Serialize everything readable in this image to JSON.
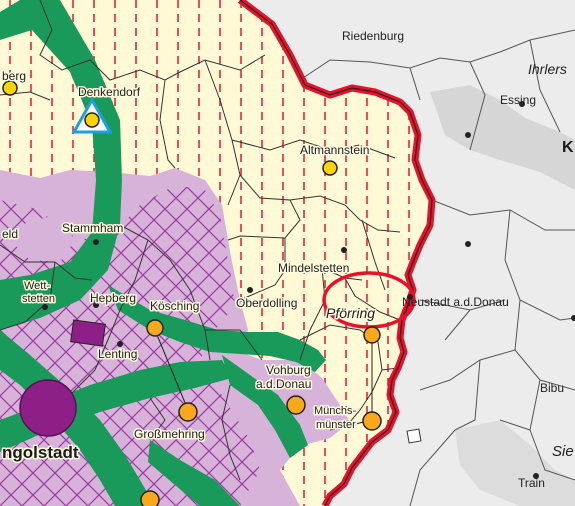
{
  "map": {
    "colors": {
      "paper": "#ffffff",
      "region_fill": "#fff9d6",
      "outside_fill": "#ececec",
      "outside_dark": "#d6d6d6",
      "hatch_red": "#e8243a",
      "corridor_green": "#1a9a5a",
      "urban_purple": "#d8b3d9",
      "grid_purple": "#9a3fa0",
      "border_red": "#e8102a",
      "highlight_red": "#e8102a",
      "dot_yellow": "#ffd400",
      "dot_orange": "#f7a81b",
      "city_purple": "#8e1f86",
      "symbol_blue": "#1ea0e0"
    },
    "places": {
      "riedenburg": "Riedenburg",
      "ihrlers": "Ihrlers",
      "essing": "Essing",
      "k_partial": "K",
      "berg_partial": "berg",
      "denkendorf": "Denkendorf",
      "altmannstein": "Altmannstein",
      "stammham": "Stammham",
      "eld_partial": "eld",
      "wettstetten_1": "Wett-",
      "wettstetten_2": "stetten",
      "hepberg": "Hepberg",
      "kosching": "Kösching",
      "lenting": "Lenting",
      "mindelstetten": "Mindelstetten",
      "oberdolling": "Oberdolling",
      "pforring": "Pförring",
      "neustadt": "Neustadt a.d.Donau",
      "vohburg_1": "Vohburg",
      "vohburg_2": "a.d.Donau",
      "munchsmunster_1": "Münchs-",
      "munchsmunster_2": "münster",
      "grossmehring": "Großmehring",
      "ingolstadt": "ngolstadt",
      "bibu_partial": "Bibu",
      "sie_partial": "Sie",
      "train": "Train"
    }
  }
}
